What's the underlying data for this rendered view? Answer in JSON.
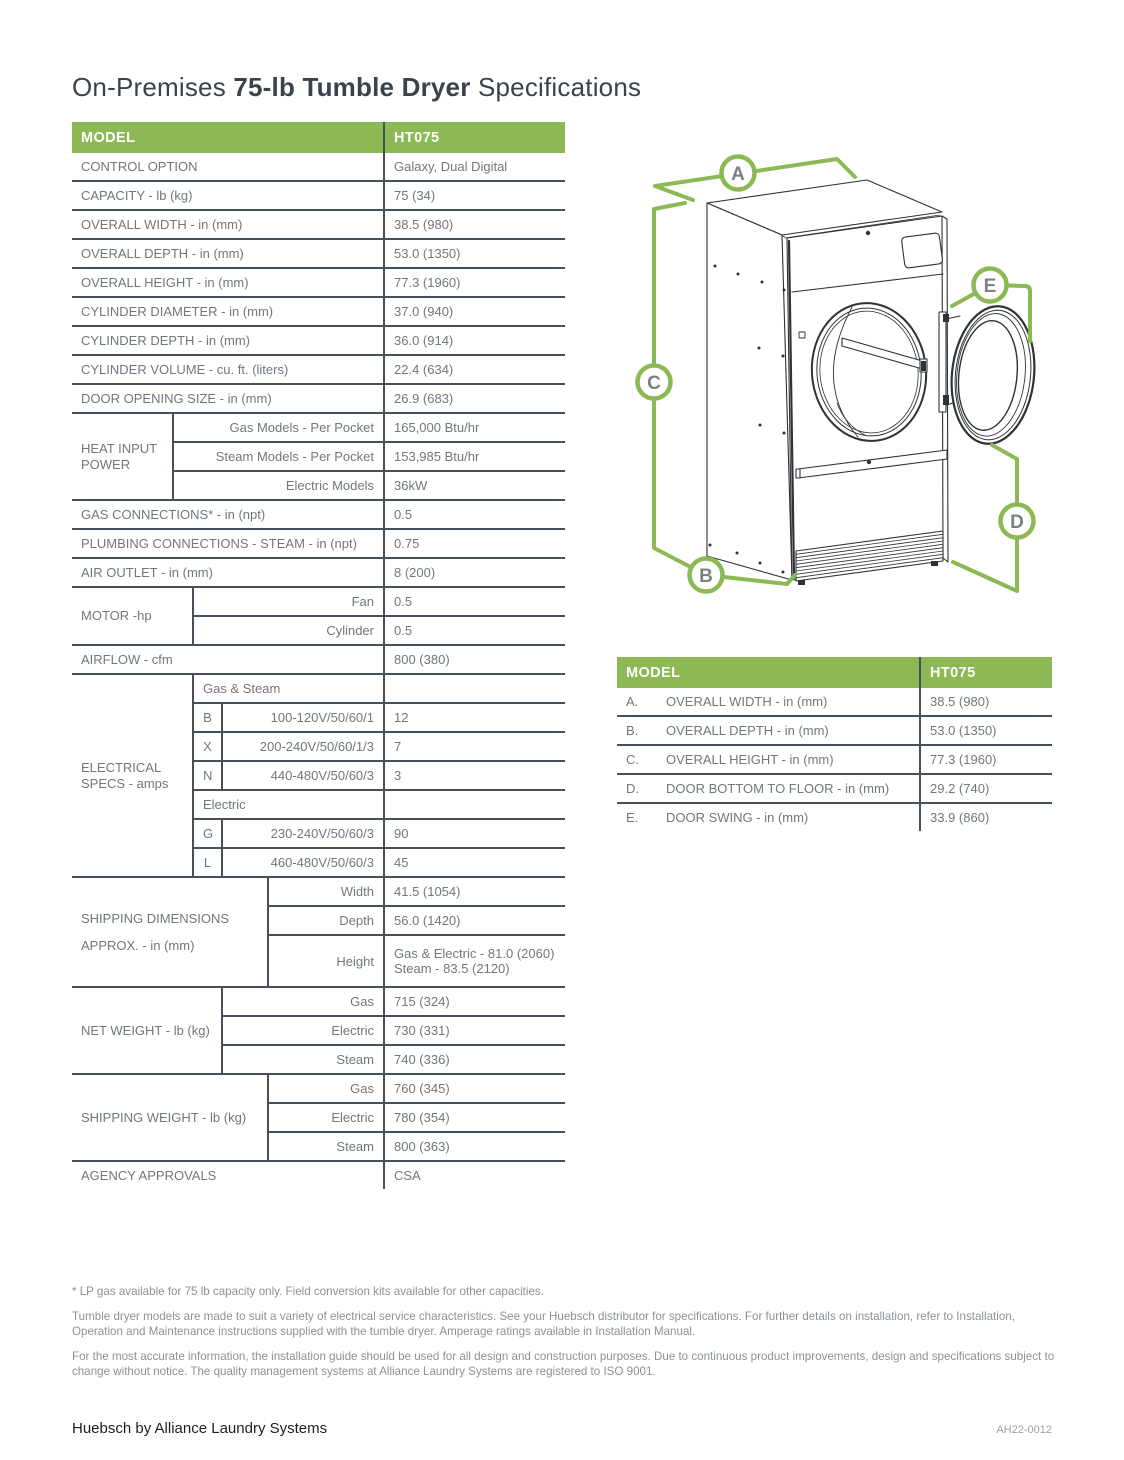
{
  "page": {
    "title_prefix": "On-Premises",
    "title_bold": "75-lb Tumble Dryer",
    "title_suffix": "Specifications"
  },
  "colors": {
    "accent_green": "#8CB953",
    "border_dark": "#46505A",
    "text_gray": "#70777E"
  },
  "main_table": {
    "header_model": "MODEL",
    "header_value": "HT075",
    "rows_a": [
      {
        "label": "CONTROL OPTION",
        "value": "Galaxy, Dual Digital"
      },
      {
        "label": "CAPACITY - lb (kg)",
        "value": "75 (34)"
      },
      {
        "label": "OVERALL WIDTH - in (mm)",
        "value": "38.5 (980)"
      },
      {
        "label": "OVERALL DEPTH - in (mm)",
        "value": "53.0 (1350)"
      },
      {
        "label": "OVERALL HEIGHT - in (mm)",
        "value": "77.3 (1960)"
      },
      {
        "label": "CYLINDER DIAMETER - in (mm)",
        "value": "37.0 (940)"
      },
      {
        "label": "CYLINDER DEPTH - in (mm)",
        "value": "36.0 (914)"
      },
      {
        "label": "CYLINDER VOLUME - cu. ft. (liters)",
        "value": "22.4 (634)"
      },
      {
        "label": "DOOR OPENING SIZE - in (mm)",
        "value": "26.9 (683)"
      }
    ],
    "heat_input": {
      "label": "HEAT INPUT POWER",
      "rows": [
        {
          "sub": "Gas Models - Per Pocket",
          "value": "165,000 Btu/hr"
        },
        {
          "sub": "Steam Models - Per Pocket",
          "value": "153,985 Btu/hr"
        },
        {
          "sub": "Electric Models",
          "value": "36kW"
        }
      ]
    },
    "rows_b": [
      {
        "label": "GAS CONNECTIONS* - in (npt)",
        "value": "0.5"
      },
      {
        "label": "PLUMBING CONNECTIONS - STEAM - in (npt)",
        "value": "0.75"
      },
      {
        "label": "AIR OUTLET - in (mm)",
        "value": "8 (200)"
      }
    ],
    "motor": {
      "label": "MOTOR -hp",
      "rows": [
        {
          "sub": "Fan",
          "value": "0.5"
        },
        {
          "sub": "Cylinder",
          "value": "0.5"
        }
      ]
    },
    "rows_c": [
      {
        "label": "AIRFLOW - cfm",
        "value": "800 (380)"
      }
    ],
    "electrical": {
      "label": "ELECTRICAL SPECS - amps",
      "gas_steam_header": "Gas & Steam",
      "gas_steam_rows": [
        {
          "code": "B",
          "voltage": "100-120V/50/60/1",
          "value": "12"
        },
        {
          "code": "X",
          "voltage": "200-240V/50/60/1/3",
          "value": "7"
        },
        {
          "code": "N",
          "voltage": "440-480V/50/60/3",
          "value": "3"
        }
      ],
      "electric_header": "Electric",
      "electric_rows": [
        {
          "code": "G",
          "voltage": "230-240V/50/60/3",
          "value": "90"
        },
        {
          "code": "L",
          "voltage": "460-480V/50/60/3",
          "value": "45"
        }
      ]
    },
    "shipping_dimensions": {
      "label": "SHIPPING DIMENSIONS",
      "label2": "APPROX. - in (mm)",
      "rows": [
        {
          "sub": "Width",
          "value": "41.5 (1054)"
        },
        {
          "sub": "Depth",
          "value": "56.0 (1420)"
        },
        {
          "sub": "Height",
          "value_line1": "Gas & Electric - 81.0 (2060)",
          "value_line2": "Steam - 83.5 (2120)"
        }
      ]
    },
    "net_weight": {
      "label": "NET WEIGHT - lb (kg)",
      "rows": [
        {
          "sub": "Gas",
          "value": "715 (324)"
        },
        {
          "sub": "Electric",
          "value": "730 (331)"
        },
        {
          "sub": "Steam",
          "value": "740 (336)"
        }
      ]
    },
    "shipping_weight": {
      "label": "SHIPPING WEIGHT - lb (kg)",
      "rows": [
        {
          "sub": "Gas",
          "value": "760 (345)"
        },
        {
          "sub": "Electric",
          "value": "780 (354)"
        },
        {
          "sub": "Steam",
          "value": "800 (363)"
        }
      ]
    },
    "rows_d": [
      {
        "label": "AGENCY APPROVALS",
        "value": "CSA"
      }
    ]
  },
  "dimensions_table": {
    "header_model": "MODEL",
    "header_value": "HT075",
    "rows": [
      {
        "letter": "A.",
        "label": "OVERALL WIDTH - in (mm)",
        "value": "38.5 (980)"
      },
      {
        "letter": "B.",
        "label": "OVERALL DEPTH - in (mm)",
        "value": "53.0 (1350)"
      },
      {
        "letter": "C.",
        "label": "OVERALL HEIGHT - in (mm)",
        "value": "77.3 (1960)"
      },
      {
        "letter": "D.",
        "label": "DOOR BOTTOM TO FLOOR - in (mm)",
        "value": "29.2 (740)"
      },
      {
        "letter": "E.",
        "label": "DOOR SWING - in (mm)",
        "value": "33.9 (860)"
      }
    ]
  },
  "diagram": {
    "markers": [
      "A",
      "B",
      "C",
      "D",
      "E"
    ]
  },
  "footnotes": [
    "* LP gas available for 75 lb capacity only. Field conversion kits available for other capacities.",
    "Tumble dryer models are made to suit a variety of electrical service characteristics. See your Huebsch distributor for specifications. For further details on installation, refer to Installation, Operation and Maintenance instructions supplied with the tumble dryer. Amperage ratings available in Installation Manual.",
    "For the most accurate information, the installation guide should be used for all design and construction purposes. Due to continuous product improvements, design and specifications subject to change without notice. The quality management systems at Alliance Laundry Systems are registered to ISO 9001."
  ],
  "footer": {
    "brand": "Huebsch by Alliance Laundry Systems",
    "document_code": "AH22-0012"
  }
}
